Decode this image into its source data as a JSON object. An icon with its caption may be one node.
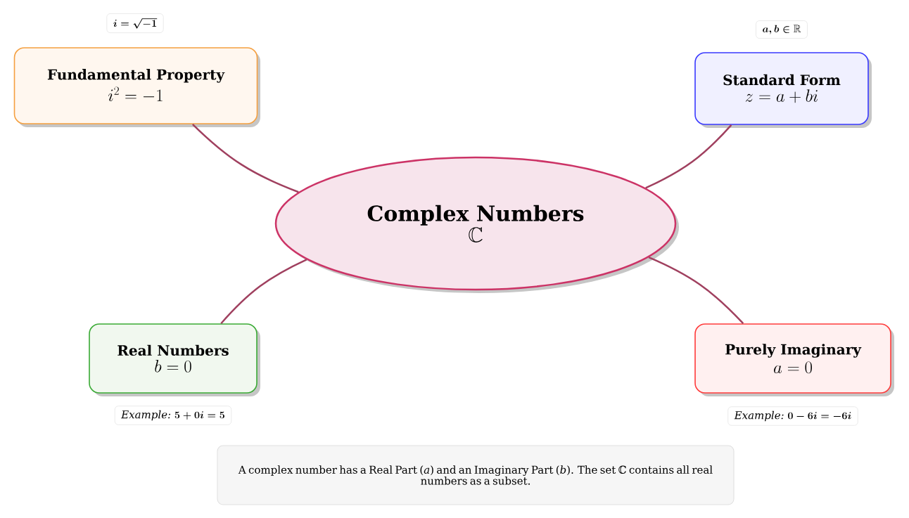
{
  "diagram": {
    "nodes": [
      {
        "text": [
          "Complex Numbers",
          "\\mathbb{C}"
        ]
      },
      {
        "text": [
          "Fundamental Property",
          "i^2 = -1"
        ],
        "beside": [
          "i = \\sqrt{-1}"
        ]
      },
      {
        "text": [
          "Standard Form",
          "z = a + bi"
        ],
        "beside": [
          "a, b \\in \\mathbb{R}"
        ]
      },
      {
        "text": [
          "Real Numbers",
          "b = 0"
        ],
        "beside": [
          "\\textit{Example:}\\ 5 + 0i = 5"
        ]
      },
      {
        "text": [
          "Purely Imaginary",
          "a = 0"
        ],
        "beside": [
          "\\textit{Example:}\\ 0 - 6i = -6i"
        ]
      }
    ],
    "edges": [
      {
        "from": 0,
        "to": 1,
        "arrow": "none"
      },
      {
        "from": 0,
        "to": 2,
        "arrow": "none"
      },
      {
        "from": 0,
        "to": 3,
        "arrow": "none"
      },
      {
        "from": 0,
        "to": 4,
        "arrow": "none"
      }
    ],
    "caption": "A complex number has a Real Part (*a*) and an Imaginary Part (*b*). The set ℂ contains all real numbers as a subset."
  }
}
